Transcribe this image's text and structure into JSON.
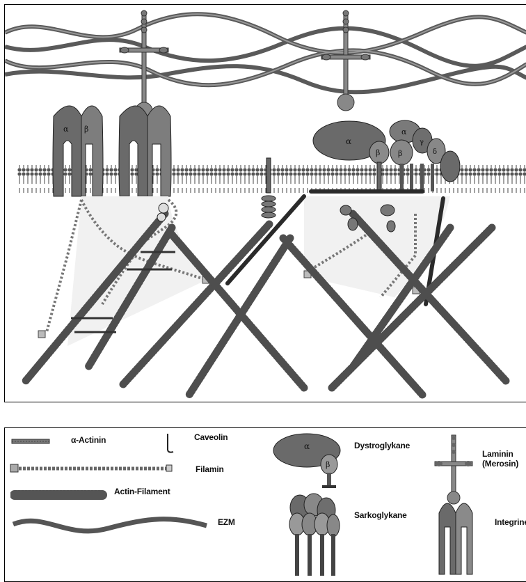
{
  "diagram": {
    "labels": {
      "integrin_alpha": "α",
      "integrin_beta": "β",
      "dystroglycan_alpha": "α",
      "dystroglycan_beta": "β",
      "sarco_alpha": "α",
      "sarco_beta": "β",
      "sarco_gamma": "γ",
      "sarco_delta": "δ"
    }
  },
  "legend": {
    "alpha_actinin": "α-Actinin",
    "caveolin": "Caveolin",
    "filamin": "Filamin",
    "actin_filament": "Actin-Filament",
    "ezm": "EZM",
    "dystroglykane": "Dystroglykane",
    "dystro_alpha": "α",
    "dystro_beta": "β",
    "sarkoglykane": "Sarkoglykane",
    "laminin_line1": "Laminin",
    "laminin_line2": "(Merosin)",
    "integrine": "Integrine"
  },
  "colors": {
    "dark_protein": "#555555",
    "mid_protein": "#7a7a7a",
    "light_fill": "#eeeeee",
    "membrane": "#444444"
  }
}
